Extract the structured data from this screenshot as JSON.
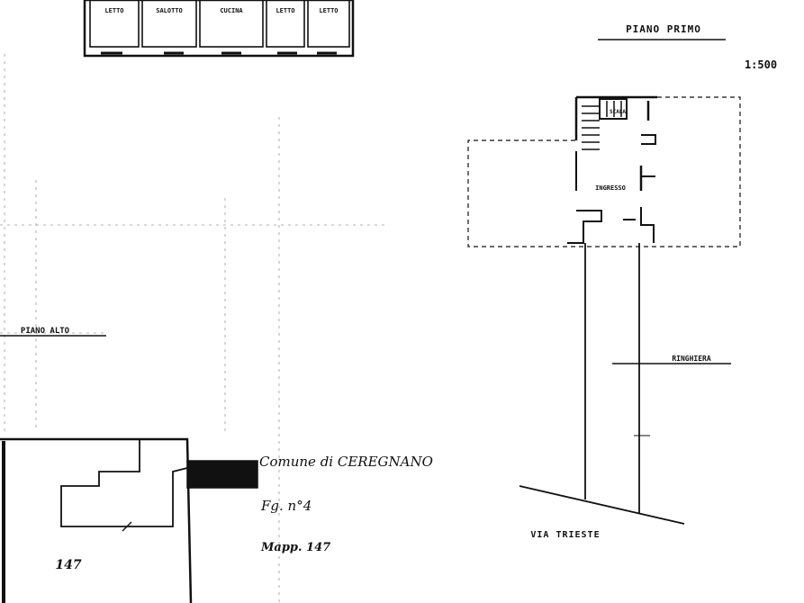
{
  "sheet": {
    "floor_label": "PIANO PRIMO",
    "scale_label": "1:500",
    "street_label": "VIA TRIESTE",
    "stair_label": "SCALA",
    "corridor_label": "INGRESSO",
    "balcony_label": "RINGHIERA",
    "left_section_label": "PIANO ALTO"
  },
  "top_plan": {
    "rooms": [
      "LETTO",
      "SALOTTO",
      "CUCINA",
      "LETTO",
      "LETTO"
    ]
  },
  "cadastre": {
    "comune_line": "Comune di CEREGNANO",
    "foglio_line": "Fg. n°4",
    "mappale_line": "Mapp. 147",
    "parcel_number": "147"
  },
  "colors": {
    "ink": "#111111",
    "paper": "#ffffff",
    "grid": "#9a9a9a"
  }
}
